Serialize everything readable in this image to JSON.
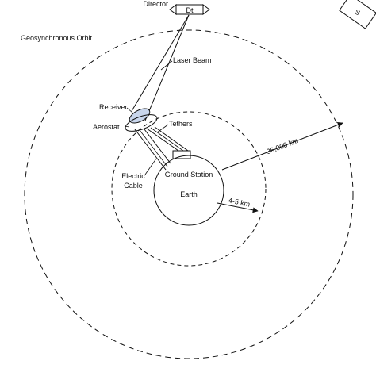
{
  "labels": {
    "director": "Director",
    "director_mark": "Dt",
    "geo_orbit": "Geosynchronous Orbit",
    "laser_beam": "Laser Beam",
    "receiver": "Receiver",
    "aerostat": "Aerostat",
    "tethers": "Tethers",
    "electric_cable_1": "Electric",
    "electric_cable_2": "Cable",
    "ground_station": "Ground Station",
    "earth": "Earth",
    "geo_distance": "36,000 km",
    "aerostat_altitude": "4-5 km",
    "corner_mark": "S"
  },
  "colors": {
    "line": "#111111",
    "receiver_fill": "#c9d6ec",
    "background": "#ffffff"
  }
}
